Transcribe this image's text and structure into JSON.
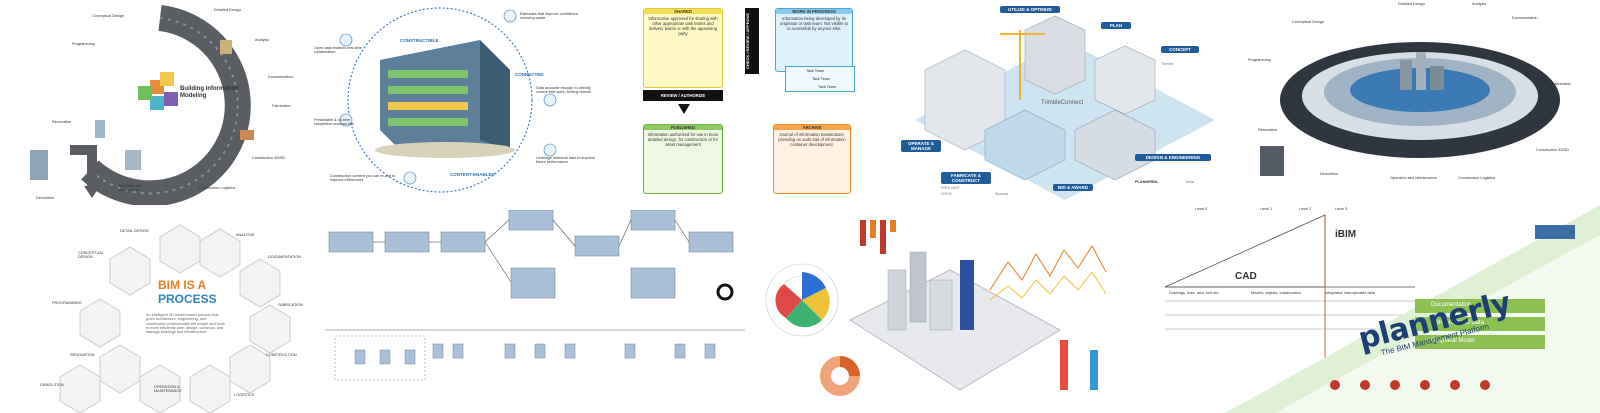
{
  "bim_cycle": {
    "center_title": "Building Information Modeling",
    "stages": [
      "Conceptual Design",
      "Detailed Design",
      "Analysis",
      "Documentation",
      "Fabrication",
      "Construction 4D/5D",
      "Construction Logistics",
      "Operation and Maintenance",
      "Renovation",
      "Demolition",
      "Programming"
    ]
  },
  "connected_building": {
    "ring_labels": [
      "CONSTRUCTIBLE",
      "CONNECTED",
      "CONTENT-ENABLED"
    ],
    "notes": [
      "Open data enables real-time collaboration",
      "Estimates that improve confidence, reducing waste",
      "Data accurate enough to directly control field work, limiting rework",
      "Predictable & on-time completion reduces risk",
      "Construction content you can re-use to improve efficiencies",
      "Leverage historical data to improve future performance"
    ]
  },
  "cde": {
    "shared_title": "SHARED",
    "shared_text": "Information approved for sharing with other appropriate task teams and delivery teams or with the appointing party",
    "wip_title": "WORK IN PROGRESS",
    "wip_text": "Information being developed by its originator or task team. Not visible to or accessible by anyone else.",
    "task_teams": [
      "Task Team",
      "Task Team",
      "Task Team"
    ],
    "check_label": "CHECK / REVIEW / APPROVE",
    "review_label": "REVIEW / AUTHORIZE",
    "published_title": "PUBLISHED",
    "published_text": "Information authorized for use in more detailed design, for construction or for asset management",
    "archive_title": "ARCHIVE",
    "archive_text": "Journal of information transactions, providing an audit trail of information container development."
  },
  "digital_twin": {
    "brand": "TrimbleConnect",
    "badges": [
      "UTILIZE & OPTIMIZE",
      "PLAN",
      "CONCEPT",
      "OPERATE & MANAGE",
      "FABRICATE & CONSTRUCT",
      "BID & AWARD",
      "DESIGN & ENGINEERING"
    ],
    "vendors": [
      "PROLIANT",
      "VISTA",
      "PLANNERDL",
      "Tekla",
      "Trimble",
      "Spectra"
    ]
  },
  "bim_ring": {
    "stages": [
      "Conceptual Design",
      "Detailed Design",
      "Analysis",
      "Documentation",
      "Programming",
      "Fabrication",
      "Renovation",
      "Construction 4D/5D",
      "Demolition",
      "Operation and Maintenance",
      "Construction Logistics"
    ]
  },
  "bim_process": {
    "title_line1": "BIM IS A",
    "title_line2": "PROCESS",
    "body": "An intelligent 3D model-based process that gives architecture, engineering, and construction professionals the insight and tools to more efficiently plan, design, construct, and manage buildings and infrastructure.",
    "stages": [
      "DETAIL DESIGN",
      "ANALYSIS",
      "CONCEPTUAL DESIGN",
      "DOCUMENTATION",
      "PROGRAMMING",
      "FABRICATION",
      "RENOVATION",
      "CONSTRUCTION",
      "DEMOLITION",
      "OPERATION & MAINTENANCE",
      "LOGISTICS"
    ]
  },
  "maturity": {
    "levels": [
      "Level 0",
      "Level 1",
      "Level 2",
      "Level 3"
    ],
    "cad": "CAD",
    "ibim": "iBIM",
    "row1": "Drawings, lines, arcs, text etc.",
    "row2": "Models, objects, collaboration",
    "row3": "Integrated, interoperable data"
  },
  "plannerly": {
    "logo": "plannerly",
    "tagline": "The BIM Management Platform",
    "items": [
      "Documentation",
      "Non-Graphical Data",
      "Graphical Model"
    ]
  }
}
